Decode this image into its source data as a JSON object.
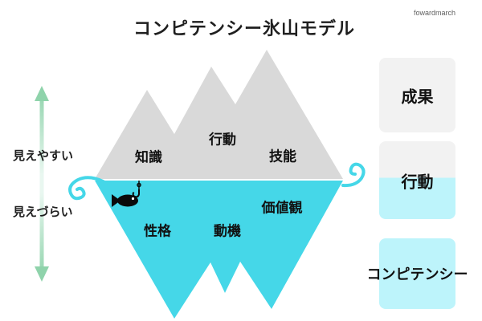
{
  "page": {
    "title": "コンピテンシー氷山モデル",
    "watermark": "fowardmarch"
  },
  "visibility_axis": {
    "top_label": "見えやすい",
    "bottom_label": "見えづらい"
  },
  "iceberg": {
    "above_water_labels": [
      {
        "text": "知識"
      },
      {
        "text": "行動"
      },
      {
        "text": "技能"
      }
    ],
    "below_water_labels": [
      {
        "text": "性格"
      },
      {
        "text": "動機"
      },
      {
        "text": "価値観"
      }
    ]
  },
  "legend_boxes": [
    {
      "label": "成果",
      "zone": "above-water"
    },
    {
      "label": "行動",
      "zone": "waterline-split"
    },
    {
      "label": "コンピテンシー",
      "zone": "below-water"
    }
  ],
  "colors": {
    "iceberg_above": "#d9d9d9",
    "iceberg_below": "#45d7e8",
    "legend_above": "#f2f2f2",
    "legend_below": "#bdf4fb",
    "arrow_green": "#8fd3ab",
    "text": "#1f1f1f"
  }
}
